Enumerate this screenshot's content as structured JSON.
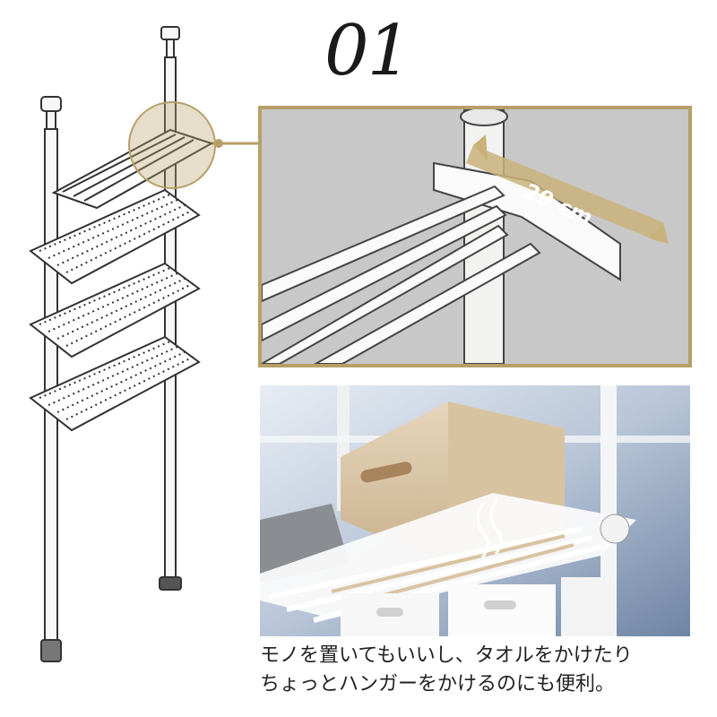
{
  "title": "01",
  "dimension_label": "29 cm",
  "caption": {
    "line1": "モノを置いてもいいし、タオルをかけたり",
    "line2": "ちょっとハンガーをかけるのにも便利。"
  },
  "colors": {
    "accent_gold": "#b6a068",
    "frame_white": "#f4f4f2",
    "outline": "#333333",
    "photo_bg": "#9fb0c6"
  }
}
